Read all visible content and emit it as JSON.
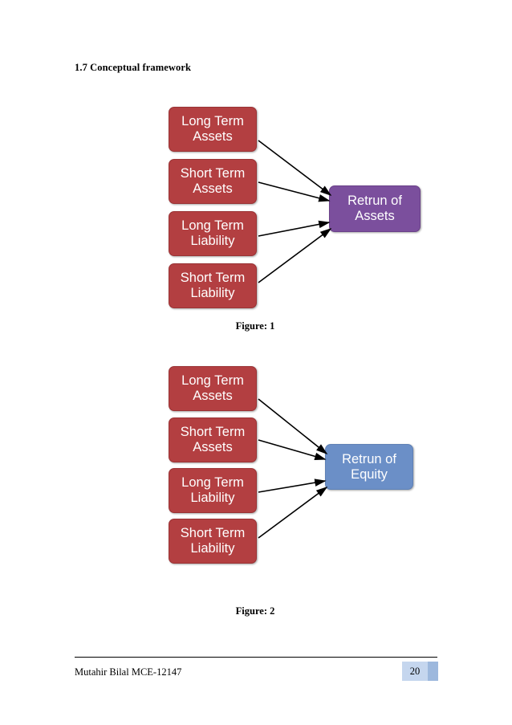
{
  "document": {
    "heading": "1.7 Conceptual framework",
    "footer": {
      "author": "Mutahir Bilal MCE-12147",
      "page_number": "20"
    }
  },
  "figures": [
    {
      "caption": "Figure: 1",
      "target": "Retrun of Assets",
      "target_color": "#7b4f9d",
      "sources": [
        "Long Term Assets",
        "Short Term Assets",
        "Long Term Liability",
        "Short Term Liability"
      ],
      "source_color": "#b33f41"
    },
    {
      "caption": "Figure: 2",
      "target": "Retrun of Equity",
      "target_color": "#6b8fc7",
      "sources": [
        "Long Term Assets",
        "Short Term Assets",
        "Long Term Liability",
        "Short Term Liability"
      ],
      "source_color": "#b33f41"
    }
  ]
}
